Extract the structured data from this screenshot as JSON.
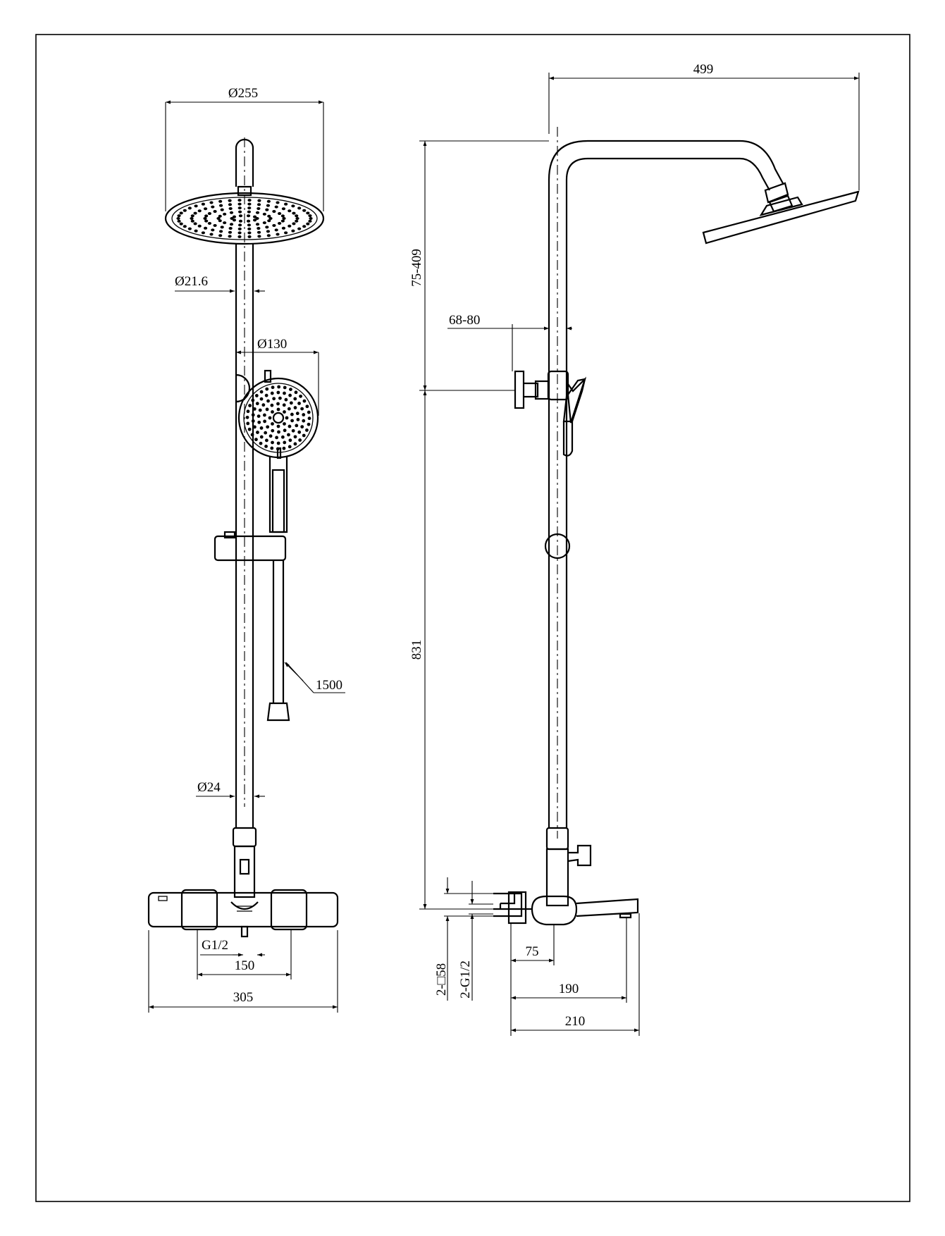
{
  "front_view": {
    "dim_head_diameter": "Ø255",
    "dim_pipe_diameter": "Ø21.6",
    "dim_handshower_diameter": "Ø130",
    "dim_hose_length": "1500",
    "dim_lower_pipe_diameter": "Ø24",
    "dim_inlet_thread": "G1/2",
    "dim_inlet_spacing": "150",
    "dim_body_width": "305"
  },
  "side_view": {
    "dim_arm_reach": "499",
    "dim_height_adjust": "75-409",
    "dim_bracket_offset": "68-80",
    "dim_height": "831",
    "dim_connector_square": "2-□58",
    "dim_connector_thread": "2-G1/2",
    "dim_offset_75": "75",
    "dim_spout_190": "190",
    "dim_spout_210": "210"
  },
  "colors": {
    "line": "#000000",
    "background": "#ffffff"
  }
}
